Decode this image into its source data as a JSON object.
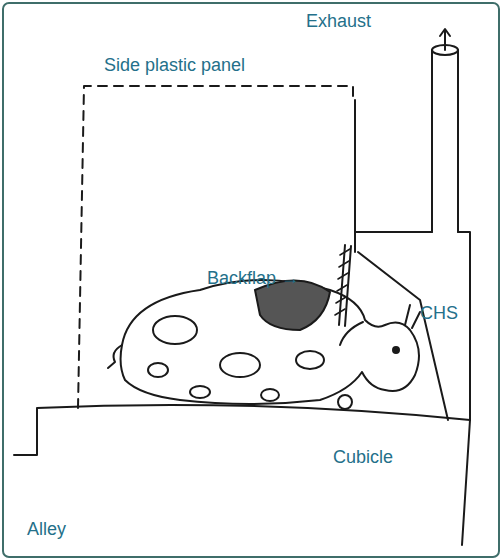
{
  "diagram": {
    "labels": [
      "Exhaust",
      "Side plastic panel",
      "Backflap →",
      "CHS",
      "Cubicle",
      "Alley"
    ]
  }
}
